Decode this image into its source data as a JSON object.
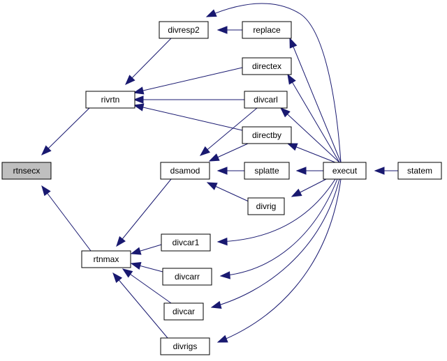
{
  "colors": {
    "edge": "#191970",
    "node_fill": "#ffffff",
    "focus_fill": "#bfbfbf",
    "node_border": "#000000"
  },
  "nodes": [
    {
      "id": "rtnsecx",
      "label": "rtnsecx",
      "focus": true
    },
    {
      "id": "rivrtn",
      "label": "rivrtn"
    },
    {
      "id": "rtnmax",
      "label": "rtnmax"
    },
    {
      "id": "divresp2",
      "label": "divresp2"
    },
    {
      "id": "dsamod",
      "label": "dsamod"
    },
    {
      "id": "divcar1",
      "label": "divcar1"
    },
    {
      "id": "divcarr",
      "label": "divcarr"
    },
    {
      "id": "divcar",
      "label": "divcar"
    },
    {
      "id": "divrigs",
      "label": "divrigs"
    },
    {
      "id": "replace",
      "label": "replace"
    },
    {
      "id": "directex",
      "label": "directex"
    },
    {
      "id": "divcarl",
      "label": "divcarl"
    },
    {
      "id": "directby",
      "label": "directby"
    },
    {
      "id": "splatte",
      "label": "splatte"
    },
    {
      "id": "divrig",
      "label": "divrig"
    },
    {
      "id": "execut",
      "label": "execut"
    },
    {
      "id": "statem",
      "label": "statem"
    }
  ],
  "edges": [
    {
      "from": "rivrtn",
      "to": "rtnsecx"
    },
    {
      "from": "rtnmax",
      "to": "rtnsecx"
    },
    {
      "from": "divresp2",
      "to": "rivrtn"
    },
    {
      "from": "directex",
      "to": "rivrtn"
    },
    {
      "from": "divcarl",
      "to": "rivrtn"
    },
    {
      "from": "directby",
      "to": "rivrtn"
    },
    {
      "from": "replace",
      "to": "divresp2"
    },
    {
      "from": "execut",
      "to": "divresp2"
    },
    {
      "from": "execut",
      "to": "replace"
    },
    {
      "from": "execut",
      "to": "directex"
    },
    {
      "from": "execut",
      "to": "divcarl"
    },
    {
      "from": "execut",
      "to": "directby"
    },
    {
      "from": "divcarl",
      "to": "dsamod"
    },
    {
      "from": "directby",
      "to": "dsamod"
    },
    {
      "from": "splatte",
      "to": "dsamod"
    },
    {
      "from": "divrig",
      "to": "dsamod"
    },
    {
      "from": "execut",
      "to": "splatte"
    },
    {
      "from": "execut",
      "to": "divrig"
    },
    {
      "from": "statem",
      "to": "execut"
    },
    {
      "from": "dsamod",
      "to": "rtnmax"
    },
    {
      "from": "divcar1",
      "to": "rtnmax"
    },
    {
      "from": "divcarr",
      "to": "rtnmax"
    },
    {
      "from": "divcar",
      "to": "rtnmax"
    },
    {
      "from": "divrigs",
      "to": "rtnmax"
    },
    {
      "from": "execut",
      "to": "divcar1"
    },
    {
      "from": "execut",
      "to": "divcarr"
    },
    {
      "from": "execut",
      "to": "divcar"
    },
    {
      "from": "execut",
      "to": "divrigs"
    }
  ]
}
